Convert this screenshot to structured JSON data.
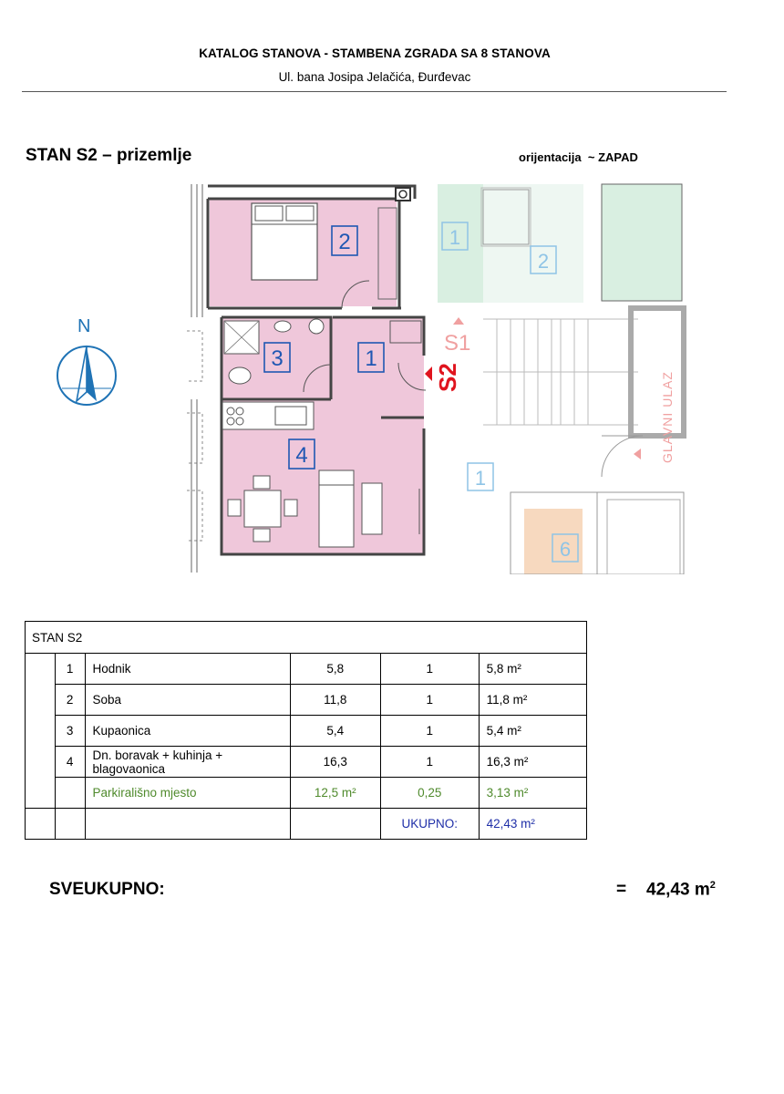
{
  "header": {
    "title": "KATALOG STANOVA - STAMBENA ZGRADA SA 8 STANOVA",
    "address": "Ul. bana Josipa Jelačića, Đurđevac"
  },
  "section": {
    "title": "STAN S2 – prizemlje",
    "orientation_label": "orijentacija",
    "orientation_value": "~ ZAPAD"
  },
  "floorplan": {
    "north_label": "N",
    "room_numbers": [
      "1",
      "2",
      "3",
      "4"
    ],
    "unit_label": "S2",
    "neighbour_unit_label": "S1",
    "neighbour_room_numbers": [
      "1",
      "2",
      "1",
      "6"
    ],
    "entrance_label": "GLAVNI ULAZ",
    "colors": {
      "unit": "#efc7da",
      "neighbour_green": "#d9efe1",
      "neighbour_orange": "#f7d9bf",
      "room_number": "#1f57b3",
      "label_red": "#e0141e"
    }
  },
  "table": {
    "title": "STAN S2",
    "rows": [
      {
        "no": "1",
        "name": "Hodnik",
        "area": "5,8",
        "coef": "1",
        "net": "5,8 m²"
      },
      {
        "no": "2",
        "name": "Soba",
        "area": "11,8",
        "coef": "1",
        "net": "11,8 m²"
      },
      {
        "no": "3",
        "name": "Kupaonica",
        "area": "5,4",
        "coef": "1",
        "net": "5,4 m²"
      },
      {
        "no": "4",
        "name": "Dn. boravak + kuhinja + blagovaonica",
        "area": "16,3",
        "coef": "1",
        "net": "16,3 m²"
      }
    ],
    "parking": {
      "name": "Parkirališno mjesto",
      "area": "12,5 m²",
      "coef": "0,25",
      "net": "3,13 m²"
    },
    "total_label": "UKUPNO:",
    "total_value": "42,43 m²"
  },
  "grand_total": {
    "label": "SVEUKUPNO:",
    "equals": "=",
    "value": "42,43 m",
    "unit_sup": "2"
  }
}
